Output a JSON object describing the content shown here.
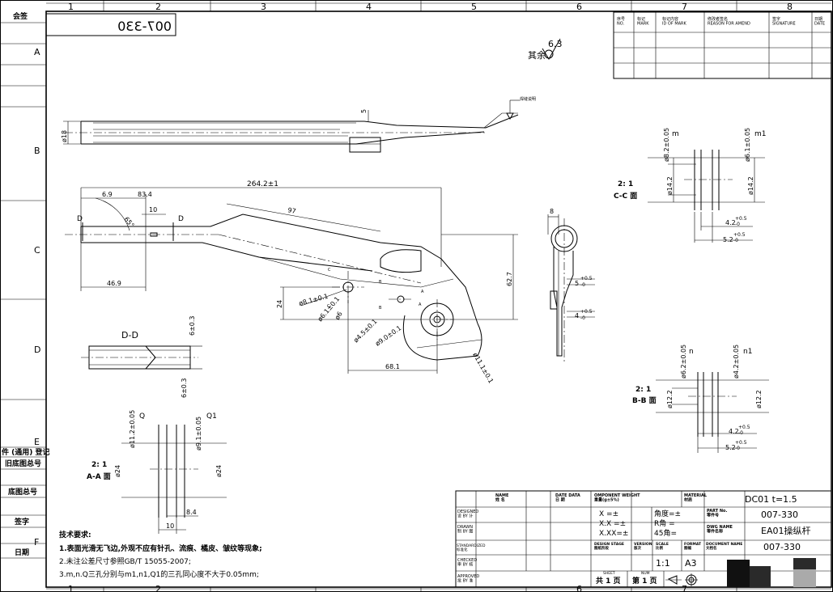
{
  "frame": {
    "col_numbers": [
      "1",
      "2",
      "3",
      "4",
      "5",
      "6",
      "7",
      "8"
    ],
    "row_letters": [
      "A",
      "B",
      "C",
      "D",
      "E",
      "F"
    ]
  },
  "left_strip": {
    "sign_top": "会签",
    "used_in": "件 (通用) 登记",
    "old_drawing_no": "旧底图总号",
    "base_drawing_no": "底图总号",
    "signature": "签字",
    "date": "日期"
  },
  "mirrored_stamp": "007-330",
  "surface_finish": {
    "value": "6.3",
    "prefix": "其余"
  },
  "rev_table": {
    "headers": [
      "序号\nNO.",
      "标记\nMARK",
      "标记内容\nID OF MARK",
      "修改者签名\nREASON FOR AMEND",
      "签字\nSIGNATURE",
      "日期\nDATE"
    ]
  },
  "weld_note": "焊缝说明",
  "views": {
    "cc": {
      "scale": "2: 1",
      "label": "C-C 面",
      "d1": "ø8.2±0.05",
      "m": "m",
      "d2": "ø6.1±0.05",
      "m1": "m1",
      "d3": "ø14.2",
      "d4": "ø14.2",
      "w1": "4.2",
      "w1tol": "+0.5",
      "w1tol2": "-0",
      "w2": "5.2",
      "w2tol": "+0.5",
      "w2tol2": "-0"
    },
    "bb": {
      "scale": "2: 1",
      "label": "B-B 面",
      "d1": "ø6.2±0.05",
      "n": "n",
      "d2": "ø4.2±0.05",
      "n1": "n1",
      "d3": "ø12.2",
      "d4": "ø12.2",
      "w1": "4.2",
      "w1tol": "+0.5",
      "w1tol2": "-0",
      "w2": "5.2",
      "w2tol": "+0.5",
      "w2tol2": "-0"
    },
    "aa": {
      "scale": "2: 1",
      "label": "A-A 面",
      "d1": "ø11.2±0.05",
      "q": "Q",
      "d2": "ø9.1±0.05",
      "q1": "Q1",
      "d3": "ø24",
      "d4": "ø24",
      "w1": "8.4",
      "w2": "10"
    },
    "dd": {
      "label": "D-D",
      "d1": "6±0.3",
      "d2": "6±0.3"
    },
    "top": {
      "d18": "ø18",
      "d5": "5"
    },
    "main": {
      "len": "264.2±1",
      "a": "6.9",
      "b": "83.4",
      "c": "10",
      "ang": "65°",
      "arm": "97",
      "x469": "46.9",
      "h627": "62.7",
      "x681": "68.1",
      "h24": "24",
      "r81": "ø8.1±0.1",
      "r61": "ø6.1±0.1",
      "r6": "ø6",
      "r45": "ø4.5±0.1",
      "r90": "ø9.0±0.1",
      "r111": "ø11.1±0.1",
      "cutD": "D",
      "cutA": "A",
      "cutB": "B",
      "cutC": "C"
    },
    "side": {
      "w8": "8",
      "t5": "5",
      "t5tol": "+0.5",
      "t5tol2": "-0",
      "t4": "4",
      "t4tol": "+0.5",
      "t4tol2": "-0"
    }
  },
  "notes": {
    "title": "技术要求:",
    "items": [
      "1.表面光滑无飞边,外观不应有针孔、流痕、橘皮、皱纹等现象;",
      "2.未注公差尺寸参照GB/T 15055-2007;",
      "3.m,n.Q三孔分别与m1,n1,Q1的三孔同心度不大于0.05mm;"
    ]
  },
  "title_block": {
    "name_hdr": "NAME\n姓 名",
    "date_hdr": "DATE DATA\n日 期",
    "weight_hdr": "OMPONENT WEIGHT\n重量(g±5%)",
    "material_hdr": "MATERIAL\n材质",
    "material_val": "DC01  t=1.5",
    "designed": "DESIGNED\n设 BY 计",
    "drawn": "DRAWN\n制 BY 图",
    "standard": "STANDARDIZED\n标准化",
    "checked": "CHECKED\n审 BY 核",
    "approved": "APPROVED\n批 BY 准",
    "tol_x": "X   =±",
    "tol_xx": "X.X  =±",
    "tol_xxx": "X.XX=±",
    "angle": "角度=±",
    "r_angle": "R角  =",
    "deg45": "45角=",
    "part_no_hdr": "PART No.\n零件号",
    "part_no": "007-330",
    "dwg_name_hdr": "DWG NAME\n零件名称",
    "dwg_name": "EA01操纵杆",
    "doc_name_hdr": "DOCUMENT NAME\n文档名",
    "doc_name": "007-330",
    "design_stage": "DESIGN STAGE\n图纸阶段",
    "version": "VERSION\n版次",
    "scale_hdr": "SCALE\n比例",
    "format_hdr": "FORMAT\n图幅",
    "scale": "1:1",
    "format": "A3",
    "sheets_total": "共 1 页",
    "sheet_no": "第 1 页",
    "sheets_lbl": "SHEET",
    "num_lbl": "NUM"
  }
}
